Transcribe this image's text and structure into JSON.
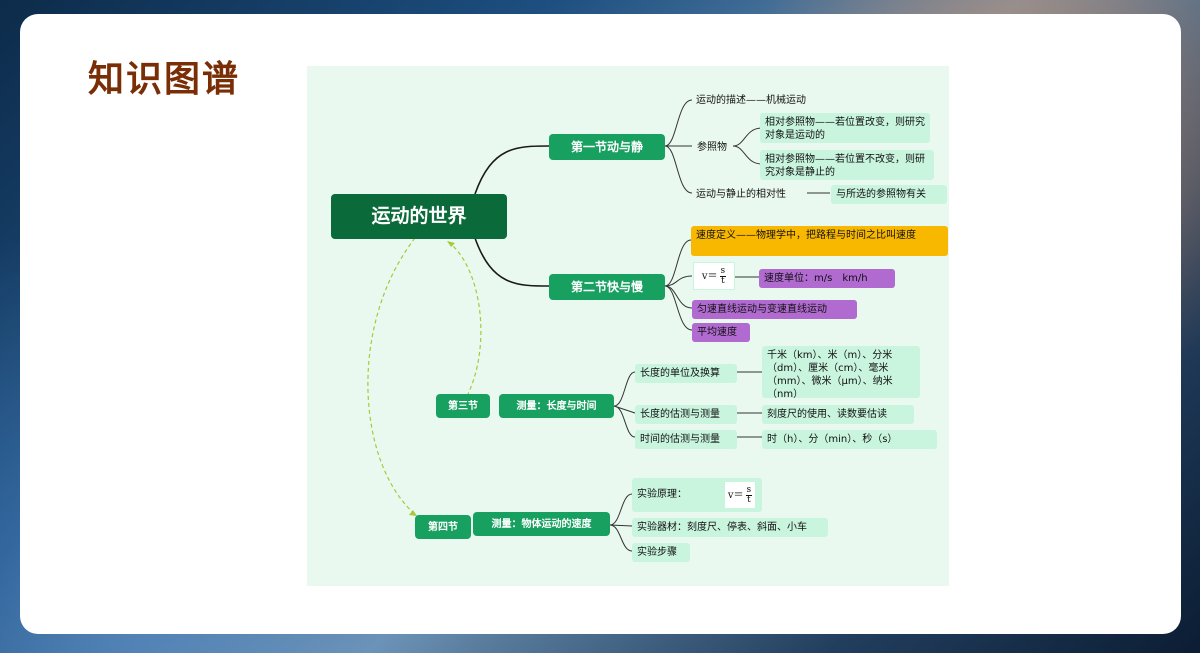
{
  "page_title": "知识图谱",
  "mindmap": {
    "root": "运动的世界",
    "sec1": {
      "title": "第一节动与静",
      "describe": "运动的描述——机械运动",
      "reference": "参照物",
      "ref_moving": "相对参照物——若位置改变，则研究对象是运动的",
      "ref_static": "相对参照物——若位置不改变，则研究对象是静止的",
      "relativity": "运动与静止的相对性",
      "relativity_note": "与所选的参照物有关"
    },
    "sec2": {
      "title": "第二节快与慢",
      "speed_def": "速度定义——物理学中，把路程与时间之比叫速度",
      "formula_v": "v＝",
      "formula_num": "s",
      "formula_den": "t",
      "speed_unit": "速度单位：m/s　km/h",
      "uniform": "匀速直线运动与变速直线运动",
      "average": "平均速度"
    },
    "sec3": {
      "label": "第三节",
      "title": "测量：长度与时间",
      "length_unit": "长度的单位及换算",
      "length_unit_detail": "千米（km）、米（m）、分米（dm）、厘米（cm）、毫米（mm）、微米（μm）、纳米（nm）",
      "length_estimate": "长度的估测与测量",
      "length_estimate_detail": "刻度尺的使用、读数要估读",
      "time_estimate": "时间的估测与测量",
      "time_estimate_detail": "时（h）、分（min）、秒（s）"
    },
    "sec4": {
      "label": "第四节",
      "title": "测量：物体运动的速度",
      "principle": "实验原理：",
      "formula_v": "v＝",
      "formula_num": "s",
      "formula_den": "t",
      "equipment": "实验器材：刻度尺、停表、斜面、小车",
      "steps": "实验步骤"
    }
  },
  "colors": {
    "root": "#0b6a3a",
    "section": "#18a060",
    "leaf": "#c9f5df",
    "highlight_orange": "#f9b800",
    "highlight_purple": "#b06ad0",
    "title": "#7a2e06"
  }
}
